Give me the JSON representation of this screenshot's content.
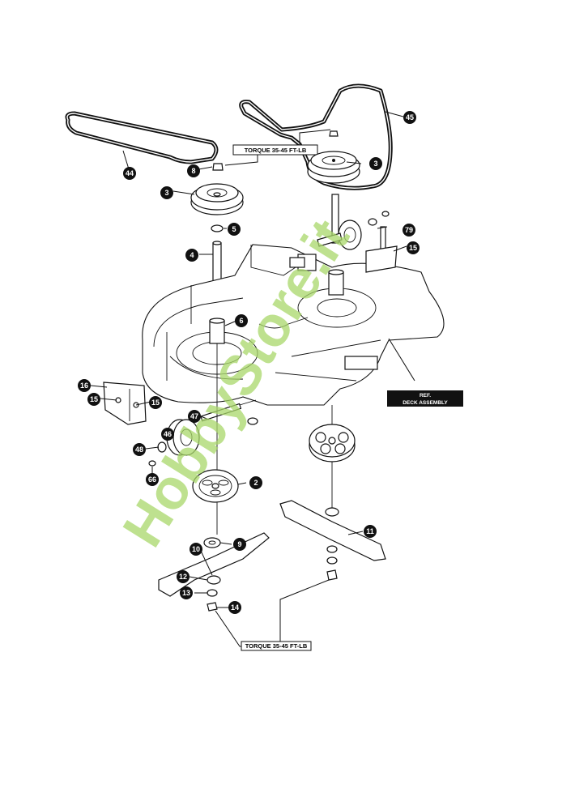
{
  "callouts": {
    "c44": "44",
    "c45": "45",
    "c8": "8",
    "c3a": "3",
    "c3b": "3",
    "c5": "5",
    "c4": "4",
    "c79": "79",
    "c15a": "15",
    "c6": "6",
    "c16": "16",
    "c15b": "15",
    "c15c": "15",
    "c47": "47",
    "c46": "46",
    "c48": "48",
    "c66": "66",
    "c2": "2",
    "c9": "9",
    "c10": "10",
    "c12": "12",
    "c13": "13",
    "c14": "14",
    "c11": "11"
  },
  "labels": {
    "torque_top": "TORQUE 35-45 FT-LB",
    "torque_bottom": "TORQUE 35-45 FT-LB",
    "ref_line1": "REF.",
    "ref_line2": "DECK ASSEMBLY"
  },
  "watermark": "HobbyStore.it",
  "colors": {
    "watermark": "#a9d86a",
    "ink": "#111111"
  }
}
